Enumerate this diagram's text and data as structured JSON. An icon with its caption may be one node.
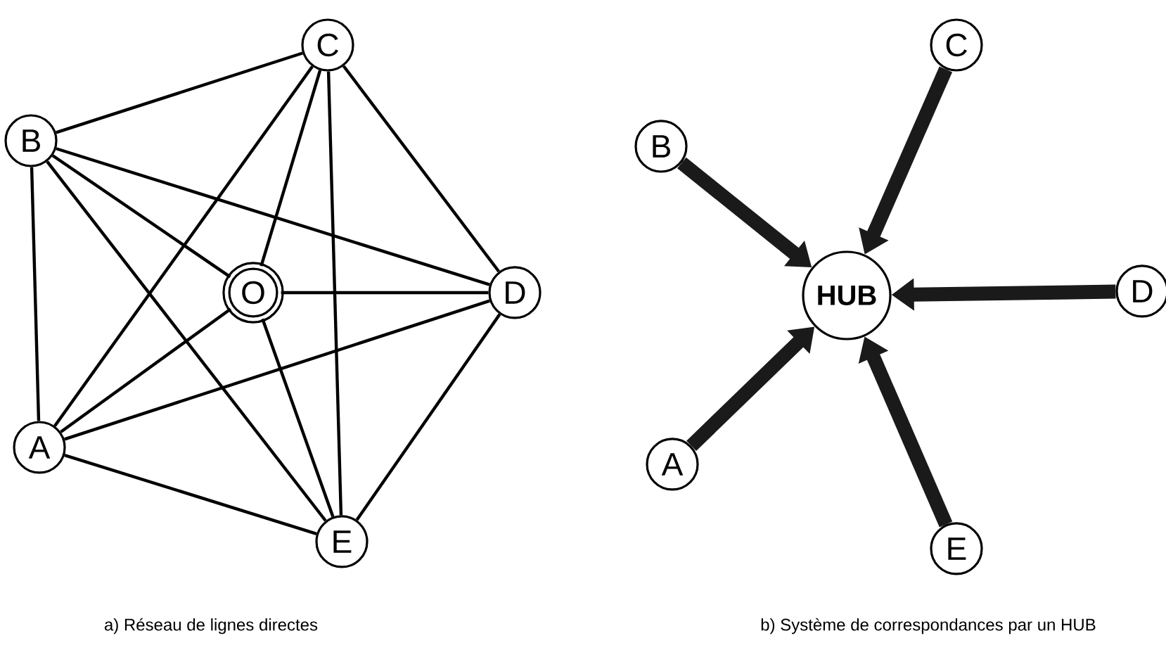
{
  "diagram": {
    "nodes": [
      {
        "text": [
          "C"
        ]
      },
      {
        "text": [
          "B"
        ]
      },
      {
        "text": [
          "O"
        ]
      },
      {
        "text": [
          "D"
        ]
      },
      {
        "text": [
          "A"
        ]
      },
      {
        "text": [
          "E"
        ]
      },
      {
        "text": [
          "C"
        ]
      },
      {
        "text": [
          "B"
        ]
      },
      {
        "text": [
          "HUB"
        ]
      },
      {
        "text": [
          "D"
        ]
      },
      {
        "text": [
          "A"
        ]
      },
      {
        "text": [
          "E"
        ]
      }
    ],
    "edges": [
      {
        "from": 1,
        "to": 0,
        "arrow": "none"
      },
      {
        "from": 1,
        "to": 4,
        "arrow": "none"
      },
      {
        "from": 1,
        "to": 3,
        "arrow": "none"
      },
      {
        "from": 1,
        "to": 2,
        "arrow": "none"
      },
      {
        "from": 1,
        "to": 5,
        "arrow": "none"
      },
      {
        "from": 0,
        "to": 4,
        "arrow": "none"
      },
      {
        "from": 0,
        "to": 2,
        "arrow": "none"
      },
      {
        "from": 0,
        "to": 5,
        "arrow": "none"
      },
      {
        "from": 0,
        "to": 3,
        "arrow": "none"
      },
      {
        "from": 2,
        "to": 3,
        "arrow": "none"
      },
      {
        "from": 2,
        "to": 4,
        "arrow": "none"
      },
      {
        "from": 2,
        "to": 5,
        "arrow": "none"
      },
      {
        "from": 4,
        "to": 3,
        "arrow": "none"
      },
      {
        "from": 4,
        "to": 5,
        "arrow": "none"
      },
      {
        "from": 3,
        "to": 5,
        "arrow": "none"
      },
      {
        "from": 6,
        "to": 8,
        "arrow": "to",
        "style": "thick"
      },
      {
        "from": 7,
        "to": 8,
        "arrow": "to",
        "style": "thick"
      },
      {
        "from": 9,
        "to": 8,
        "arrow": "to",
        "style": "thick"
      },
      {
        "from": 10,
        "to": 8,
        "arrow": "to",
        "style": "thick"
      },
      {
        "from": 11,
        "to": 8,
        "arrow": "to",
        "style": "thick"
      }
    ],
    "labels": [
      "a) Réseau de lignes directes",
      "b) Système de correspondances par un HUB"
    ]
  }
}
